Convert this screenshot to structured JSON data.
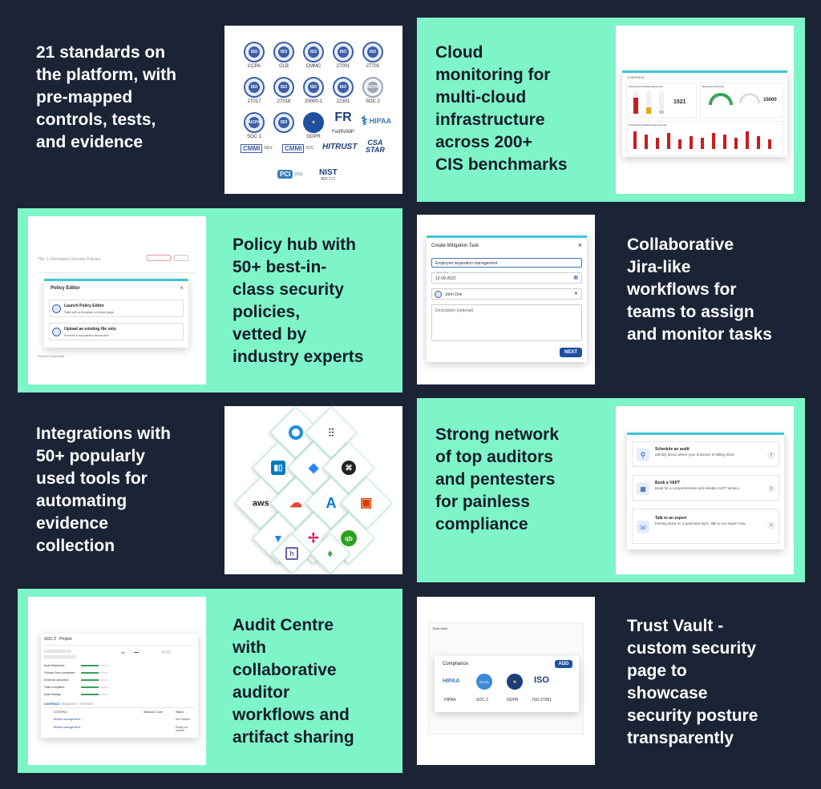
{
  "features": [
    {
      "text": "21 standards on the platform, with pre-mapped controls, tests, and evidence",
      "lines": [
        "21 standards on",
        "the platform, with",
        "pre-mapped",
        "controls, tests,",
        "and evidence"
      ]
    },
    {
      "text": "Cloud monitoring for multi-cloud infrastructure across 200+ CIS benchmarks",
      "lines": [
        "Cloud",
        "monitoring for",
        "multi-cloud",
        "infrastructure",
        "across 200+",
        "CIS benchmarks"
      ]
    },
    {
      "text": "Policy hub with 50+ best-in-class security policies, vetted by industry experts",
      "lines": [
        "Policy hub with",
        "50+ best-in-",
        "class security",
        "policies,",
        "vetted by",
        "industry experts"
      ]
    },
    {
      "text": "Collaborative Jira-like workflows for teams to assign and monitor tasks",
      "lines": [
        "Collaborative",
        "Jira-like",
        "workflows for",
        "teams to assign",
        "and monitor tasks"
      ]
    },
    {
      "text": "Integrations with 50+ popularly used tools for automating evidence collection",
      "lines": [
        "Integrations with",
        "50+ popularly",
        "used tools for",
        "automating",
        "evidence",
        "collection"
      ]
    },
    {
      "text": "Strong network of top auditors and pentesters for painless compliance",
      "lines": [
        "Strong network",
        "of top auditors",
        "and pentesters",
        "for painless",
        "compliance"
      ]
    },
    {
      "text": "Audit Centre with collaborative auditor workflows and artifact sharing",
      "lines": [
        "Audit Centre",
        "with",
        "collaborative",
        "auditor",
        "workflows and",
        "artifact sharing"
      ]
    },
    {
      "text": "Trust Vault - custom security page to showcase security posture transparently",
      "lines": [
        "Trust Vault -",
        "custom security",
        "page to",
        "showcase",
        "security posture",
        "transparently"
      ]
    }
  ],
  "standards": {
    "row1": [
      "CCPA",
      "GLB",
      "CMMC",
      "27001",
      "27701"
    ],
    "row2": [
      "27017",
      "27018",
      "20000-1",
      "22301",
      "SOC 2"
    ],
    "row3": [
      "SOC 1",
      "ISO",
      "GDPR",
      "FedRAMP",
      "HIPAA"
    ],
    "iso_text": "ISO",
    "aicpa_text": "AICPA",
    "fr_text": "FR",
    "cmmi_dev": "CMMI",
    "dev": "DEV",
    "cmmi_svc": "CMMI",
    "svc": "SVC",
    "hitrust": "HITRUST",
    "csa": "CSA",
    "star": "STAR",
    "pci": "PCI",
    "dss": "DSS",
    "nist": "NIST",
    "nist_sub": "800 171"
  },
  "cloud": {
    "header": "OVERVIEW",
    "panel1": "Cloud Account Risk Assessment",
    "panel2": "Resources Scanned",
    "panel3": "Cloud Account Monitoring Summary",
    "value1": "1521",
    "value2": "15000"
  },
  "policy": {
    "doc_title": "TBL-1 Information Security Policies",
    "modal_title": "Policy Editor",
    "opt1_title": "Launch Policy Editor",
    "opt1_sub": "Start with a template or blank page",
    "opt2_title": "Upload an existing file only",
    "opt2_sub": "Provide a completed document",
    "footer": "Recent Comments"
  },
  "task": {
    "title": "Create Mitigation Task",
    "field1": "Employee separation management",
    "date_label": "Target Date*",
    "date": "12-09-2022",
    "assignee": "John Doe",
    "desc_placeholder": "Description (optional)",
    "next": "NEXT"
  },
  "auditors": {
    "items": [
      {
        "title": "Schedule an audit",
        "sub": "Identify areas where your business is falling short."
      },
      {
        "title": "Book a VAPT",
        "sub": "Book for a comprehensive and reliable VAPT service."
      },
      {
        "title": "Talk to an expert",
        "sub": "Feeling stuck on a particular topic, talk to our expert now."
      }
    ]
  },
  "audit": {
    "title": "SOC 2 : Project",
    "tabs": [
      "CONTROLS",
      "REQUESTS",
      "TESTINGS"
    ],
    "rows": [
      "Audit Readiness",
      "Policies Docs completed",
      "Evidence uploaded",
      "Tests completed",
      "Audit findings"
    ],
    "col1": "CONTROL",
    "col2": "Standard Code",
    "col3": "Status",
    "status1": "Not Started",
    "status2": "Ready for Auditor",
    "link1": "Breach management...",
    "link2": "Breach management..."
  },
  "vault": {
    "header": "Trust Vault",
    "title": "Compliance",
    "add": "ADD",
    "items": [
      "HIPAA",
      "SOC 2",
      "GDPR",
      "ISO 27001"
    ],
    "hipaa_logo": "HIPAA",
    "aicpa_logo": "AICPA",
    "iso_logo": "ISO"
  },
  "colors": {
    "bg": "#1b2434",
    "mint": "#7ef5c8",
    "accent": "#1e4fa0"
  }
}
